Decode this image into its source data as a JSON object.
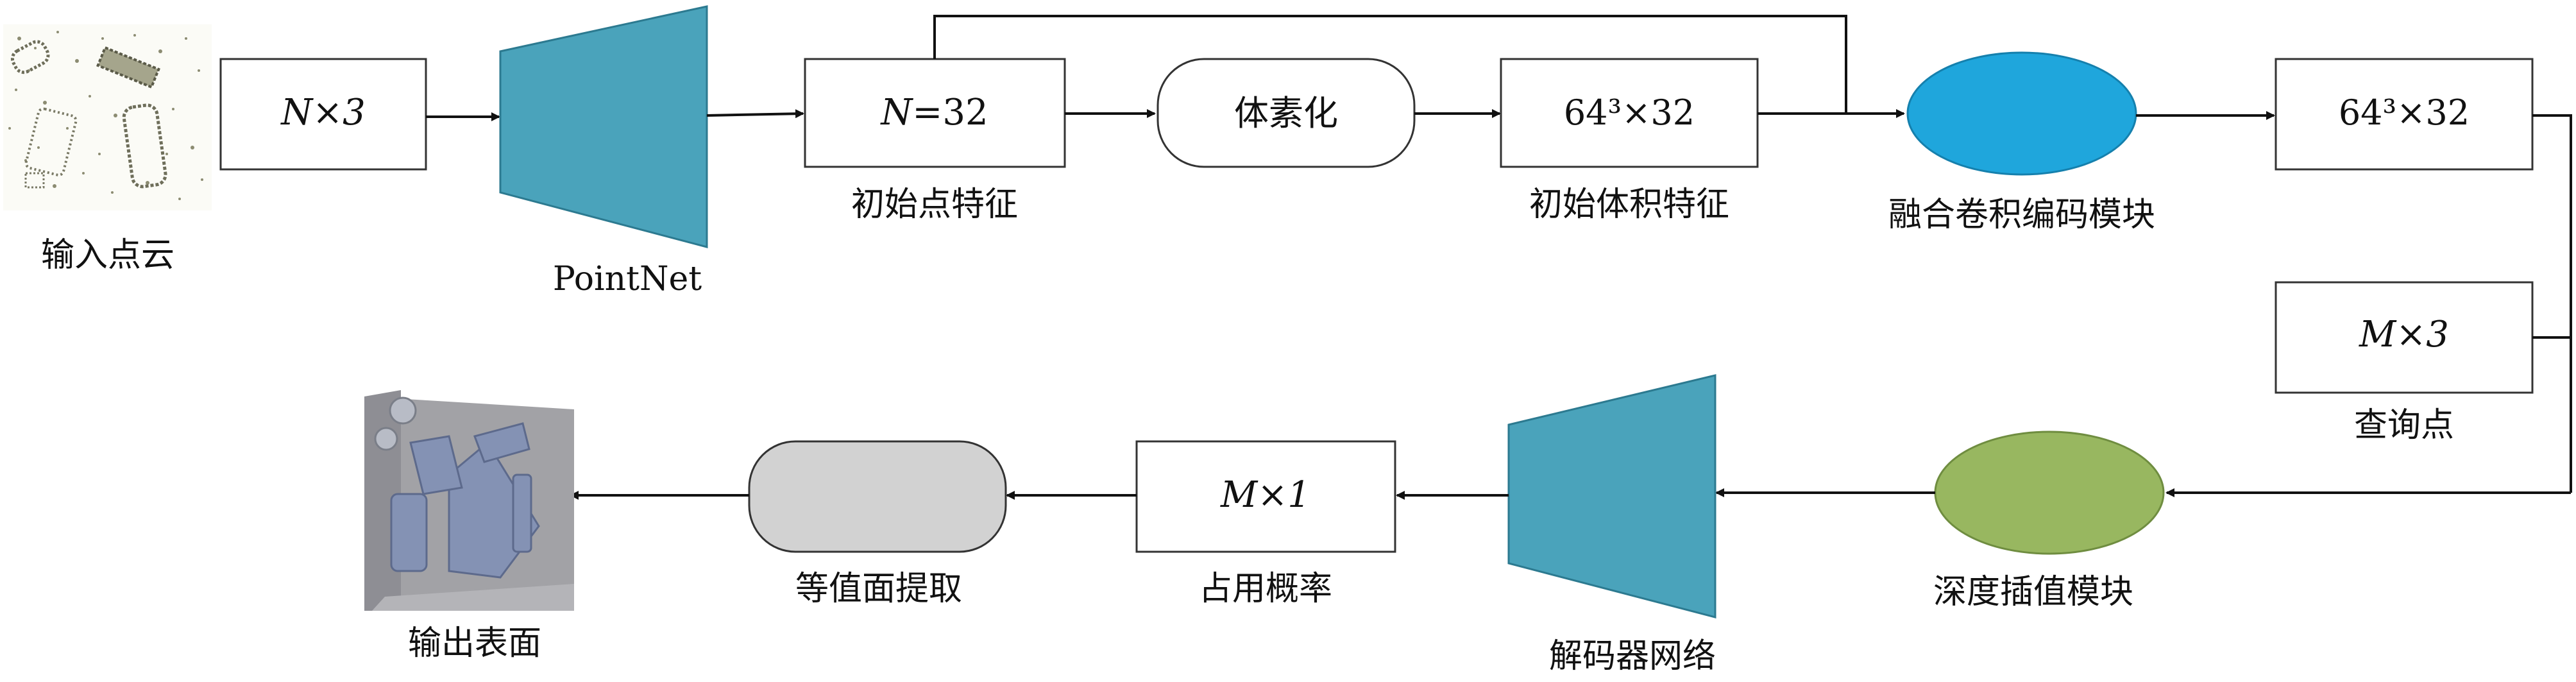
{
  "colors": {
    "pointnet_fill": "#4aa3bb",
    "decoder_fill": "#4aa3bb",
    "fusion_ellipse_fill": "#1fa6dc",
    "interp_ellipse_fill": "#98b760",
    "iso_box_fill": "#d2d2d2"
  },
  "nodes": {
    "input_cloud_label": "输入点云",
    "n3": "N×3",
    "pointnet_label": "PointNet",
    "n32": "N=32",
    "initial_point_feature_label": "初始点特征",
    "voxelize": "体素化",
    "vol64_a": "64³×32",
    "initial_volume_feature_label": "初始体积特征",
    "fusion_conv_encoder_label": "融合卷积编码模块",
    "vol64_b": "64³×32",
    "m3": "M×3",
    "query_points_label": "查询点",
    "depth_interp_label": "深度插值模块",
    "decoder_label": "解码器网络",
    "m1": "M×1",
    "occupancy_label": "占用概率",
    "isosurface_label": "等值面提取",
    "output_surface_label": "输出表面"
  }
}
